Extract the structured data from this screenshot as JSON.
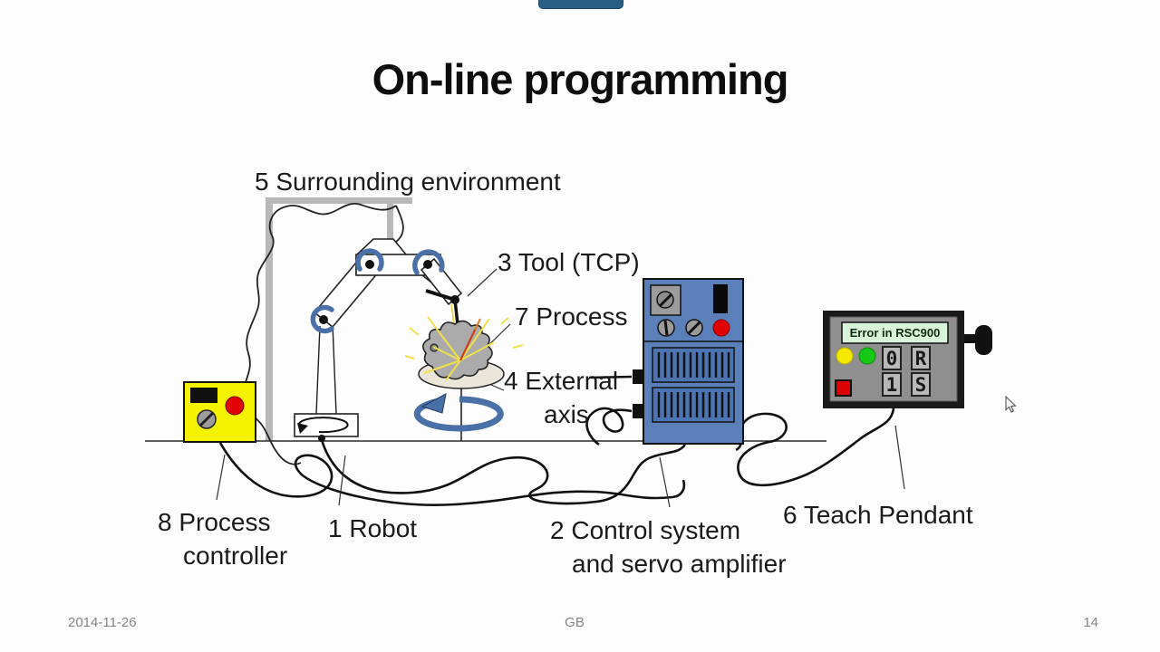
{
  "slide": {
    "title": "On-line programming",
    "footer": {
      "date": "2014-11-26",
      "author": "GB",
      "page_number": "14"
    }
  },
  "diagram": {
    "labels": {
      "surrounding_environment": "5 Surrounding environment",
      "tool": "3 Tool (TCP)",
      "process": "7 Process",
      "external_axis_line1": "4 External",
      "external_axis_line2": "axis",
      "process_controller_line1": "8 Process",
      "process_controller_line2": "controller",
      "robot": "1 Robot",
      "control_system_line1": "2 Control system",
      "control_system_line2": "and servo amplifier",
      "teach_pendant": "6 Teach Pendant"
    },
    "teach_pendant": {
      "display_text": "Error in RSC900",
      "keys": [
        "0",
        "R",
        "1",
        "S"
      ]
    },
    "colors": {
      "control_box_blue": "#5b7fb8",
      "vent_panel_blue": "#4d74b2",
      "rotation_arrow_blue": "#4a70a8",
      "process_controller_yellow": "#f5f200",
      "button_red": "#dd0000",
      "pendant_display_green": "#d9f5d9",
      "pendant_body_gray": "#8f8f8f",
      "frame_gray": "#b8b8b8",
      "top_tab_blue": "#2a5f85",
      "spark_yellow": "#f0e04a",
      "spark_orange": "#e07820"
    }
  }
}
